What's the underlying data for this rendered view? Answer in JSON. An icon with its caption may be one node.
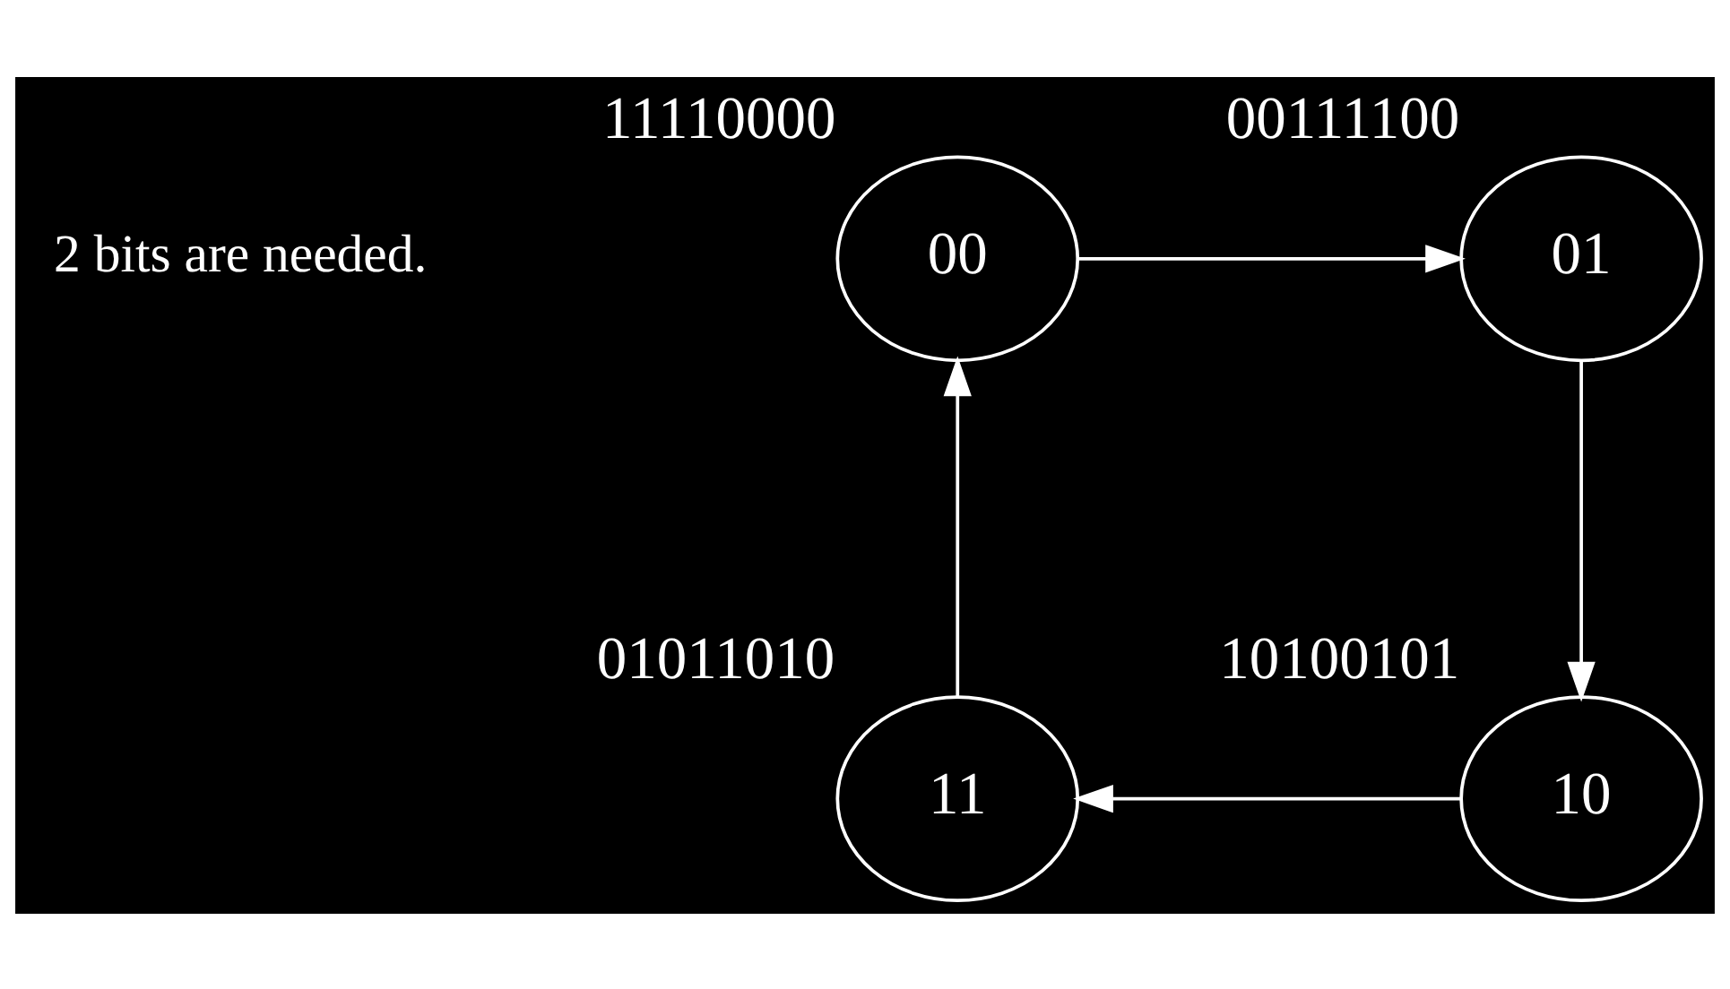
{
  "diagram": {
    "nodes": [
      {
        "text": [
          "00"
        ],
        "beside": [
          "11110000"
        ]
      },
      {
        "text": [
          "01"
        ],
        "beside": [
          "00111100"
        ]
      },
      {
        "text": [
          "11"
        ],
        "beside": [
          "01011010"
        ]
      },
      {
        "text": [
          "10"
        ],
        "beside": [
          "10100101"
        ]
      }
    ],
    "edges": [
      {
        "from": 0,
        "to": 1,
        "arrow": "to"
      },
      {
        "from": 1,
        "to": 3,
        "arrow": "to"
      },
      {
        "from": 3,
        "to": 2,
        "arrow": "to"
      },
      {
        "from": 2,
        "to": 0,
        "arrow": "to"
      }
    ],
    "labels": [
      "2 bits are needed."
    ]
  }
}
